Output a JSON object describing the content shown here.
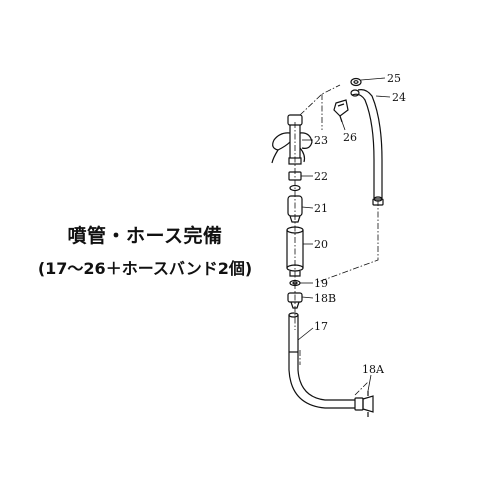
{
  "caption": {
    "title": "噴管・ホース完備",
    "subtitle": "(17～26＋ホースバンド2個)"
  },
  "parts": {
    "p25": "25",
    "p24": "24",
    "p26": "26",
    "p23": "23",
    "p22": "22",
    "p21": "21",
    "p20": "20",
    "p19": "19",
    "p18B": "18B",
    "p17": "17",
    "p18A": "18A"
  }
}
